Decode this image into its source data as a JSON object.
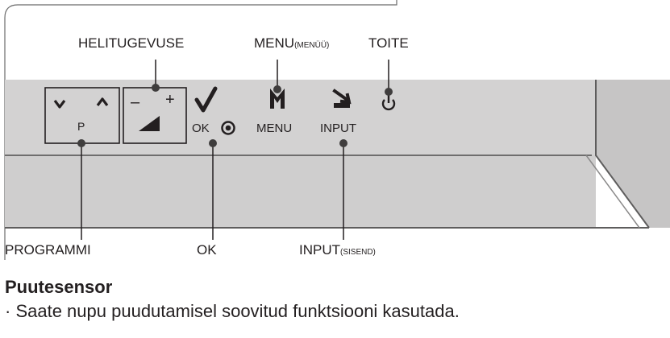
{
  "labels": {
    "volume": "HELITUGEVUSE",
    "menu": "MENU",
    "menu_sub": "(MENÜÜ)",
    "power": "TOITE",
    "programme": "PROGRAMMI",
    "ok": "OK",
    "input": "INPUT",
    "input_sub": "(SISEND)"
  },
  "buttons": {
    "p": "P",
    "minus": "–",
    "plus": "+",
    "ok": "OK",
    "menu": "MENU",
    "input": "INPUT"
  },
  "text": {
    "title": "Puutesensor",
    "bullet": "Saate nupu puudutamisel soovitud funktsiooni kasutada."
  },
  "colors": {
    "panel": "#d3d2d2",
    "panel_dark": "#b9b8b8",
    "line": "#231f20"
  }
}
